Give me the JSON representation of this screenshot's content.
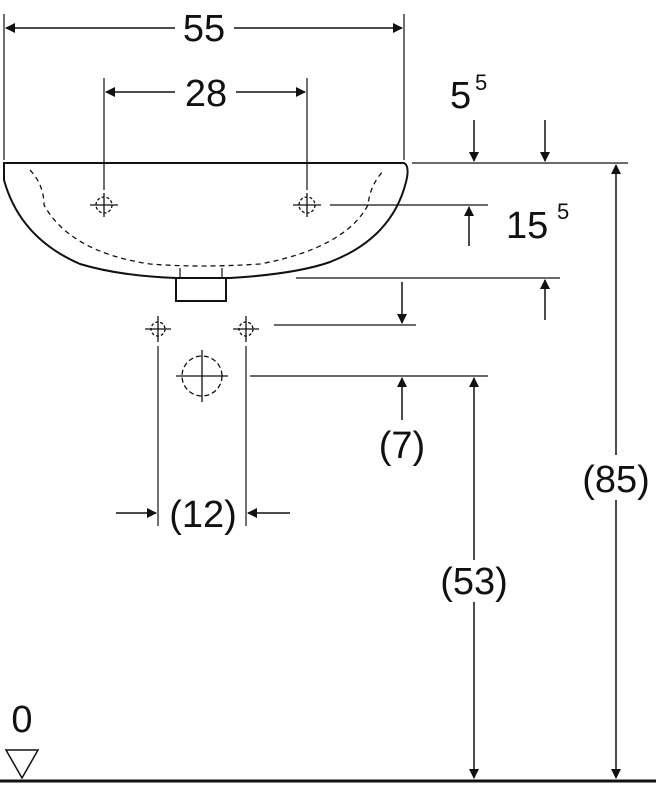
{
  "drawing": {
    "dimensions": {
      "overall_width": "55",
      "tap_hole_spacing": "28",
      "rim_thickness_main": "5",
      "rim_thickness_sup": "5",
      "tap_hole_depth_main": "15",
      "tap_hole_depth_sup": "5",
      "waste_offset": "(7)",
      "wall_fixing_spacing": "(12)",
      "waste_height": "(53)",
      "rim_height": "(85)",
      "floor_level": "0"
    }
  }
}
